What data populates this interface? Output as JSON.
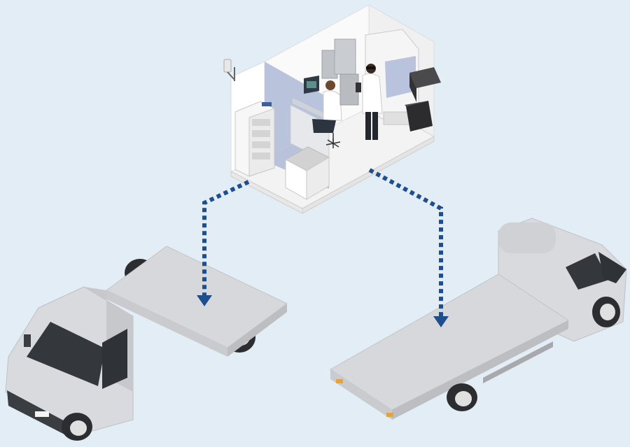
{
  "scene": {
    "lab_module": {
      "label": ""
    },
    "truck_left": {
      "label": ""
    },
    "truck_right": {
      "label": ""
    },
    "arrows": [
      {
        "from": "lab_module",
        "to": "truck_left"
      },
      {
        "from": "lab_module",
        "to": "truck_right"
      }
    ]
  },
  "colors": {
    "background": "#e2edf5",
    "arrow": "#1f4e8c",
    "truck_body": "#d6d8dc",
    "truck_dark": "#3a3d42",
    "lab_wall": "#ffffff",
    "lab_glass": "#aeb9d6",
    "lab_floor": "#f2f2f2",
    "equipment_dark": "#2c2c2e"
  }
}
